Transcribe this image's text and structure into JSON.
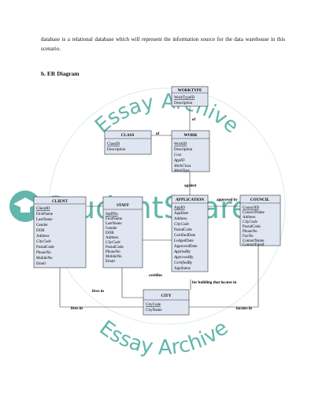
{
  "paragraph": "database is a relational database which will represent the information source for the data warehouse in this scenario.",
  "heading": "b.   ER Diagram",
  "watermark": {
    "ring_text_top": "Essay Archive",
    "ring_text_bottom": "Essay Archive",
    "brand": "StudentShare",
    "color": "#2e9e8f"
  },
  "entities": {
    "worktype": {
      "title": "WORKTYPE",
      "attrs": [
        "WorkTypeID",
        "Description"
      ]
    },
    "class": {
      "title": "CLASS",
      "attrs": [
        "ClassID",
        "Description"
      ]
    },
    "work": {
      "title": "WORK",
      "attrs": [
        "WorkID",
        "Description",
        "Cost",
        "AppID",
        "WorkClass",
        "WorkType"
      ]
    },
    "client": {
      "title": "CLIENT",
      "attrs": [
        "ClientID",
        "FirstName",
        "LastName",
        "Gender",
        "DOB",
        "Address",
        "CityCode",
        "PostalCode",
        "PhoneNo",
        "MobileNo",
        "Email"
      ]
    },
    "staff": {
      "title": "STAFF",
      "attrs": [
        "StaffNo",
        "FirstName",
        "LastName",
        "Gender",
        "DOB",
        "Address",
        "CityCode",
        "PostalCode",
        "PhoneNo",
        "MobileNo",
        "Email"
      ]
    },
    "application": {
      "title": "APPLICATION",
      "attrs": [
        "AppID",
        "AppDate",
        "Address",
        "CityCode",
        "PostalCode",
        "CertifiedDate",
        "LodgedDate",
        "ApprovedDate",
        "AppliedBy",
        "ApprovedBy",
        "CertifiedBy",
        "AppStatus"
      ]
    },
    "council": {
      "title": "COUNCIL",
      "attrs": [
        "CouncilID",
        "CouncilName",
        "Address",
        "CityCode",
        "PostalCode",
        "PhoneNo",
        "FaxNo",
        "ContactName",
        "ContactEmail"
      ]
    },
    "city": {
      "title": "CITY",
      "attrs": [
        "CityCode",
        "CityName"
      ]
    }
  },
  "relationships": {
    "of_worktype": "of",
    "of_class": "of",
    "against": "against",
    "approved_by": "approved by",
    "certifies": "certifies",
    "lives_in_staff": "lives in",
    "lives_in_client": "lives in",
    "for_building": "for building that locates in",
    "locates_in": "locates in"
  }
}
